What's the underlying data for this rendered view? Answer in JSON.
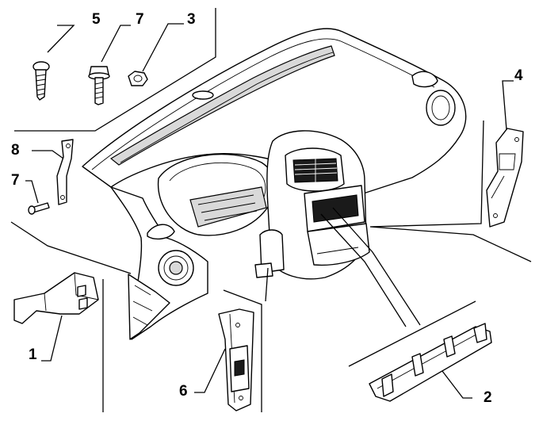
{
  "callouts": {
    "c5": "5",
    "c7_top": "7",
    "c3": "3",
    "c8": "8",
    "c7_left": "7",
    "c4": "4",
    "c1": "1",
    "c6": "6",
    "c2": "2"
  }
}
